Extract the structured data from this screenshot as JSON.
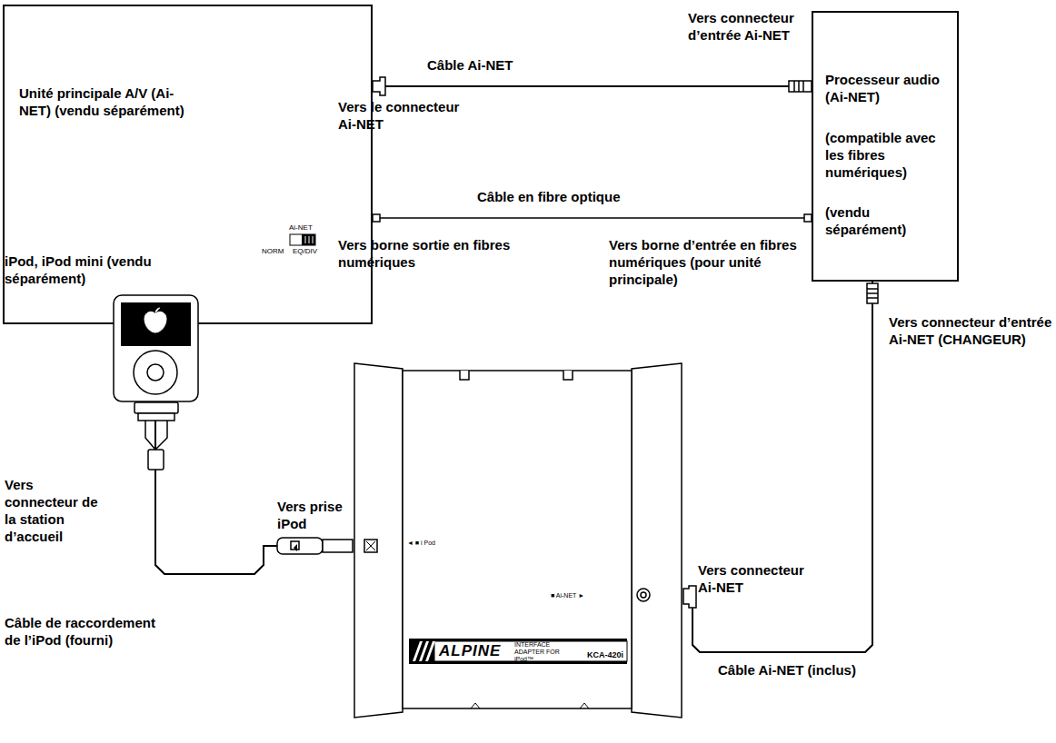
{
  "diagram": {
    "nodes": [
      {
        "text": [
          "Unité principale A/V (Ai-NET) (vendu séparément)"
        ]
      },
      {
        "text": [
          "Processeur audio (Ai-NET)",
          "(compatible avec les fibres numériques)",
          "(vendu séparément)"
        ]
      },
      {
        "text": [
          "iPod, iPod mini (vendu séparément)"
        ]
      },
      {
        "text": [
          "ALPINE",
          "INTERFACE ADAPTER FOR iPod™",
          "KCA-420i",
          "◄ ■ i Pod",
          "■ Ai-NET ►"
        ]
      }
    ],
    "edges": [
      {
        "from": 0,
        "to": 1,
        "arrow": "none",
        "label": "Câble Ai-NET"
      },
      {
        "from": 0,
        "to": 1,
        "arrow": "none",
        "label": "Câble en fibre optique"
      },
      {
        "from": 2,
        "to": 3,
        "arrow": "none",
        "label": "Câble de raccordement de l’iPod (fourni)"
      },
      {
        "from": 3,
        "to": 1,
        "arrow": "none",
        "label": "Câble Ai-NET (inclus)"
      }
    ],
    "labels": [
      "Vers connecteur d’entrée Ai-NET",
      "Vers le connecteur Ai-NET",
      "Ai-NET",
      "NORM",
      "EQ/DIV",
      "Vers borne sortie en fibres numériques",
      "Vers borne d’entrée en fibres numériques (pour unité principale)",
      "Vers connecteur d’entrée Ai-NET (CHANGEUR)",
      "Vers connecteur de la station d’accueil",
      "Vers prise iPod",
      "Vers connecteur Ai-NET"
    ]
  }
}
